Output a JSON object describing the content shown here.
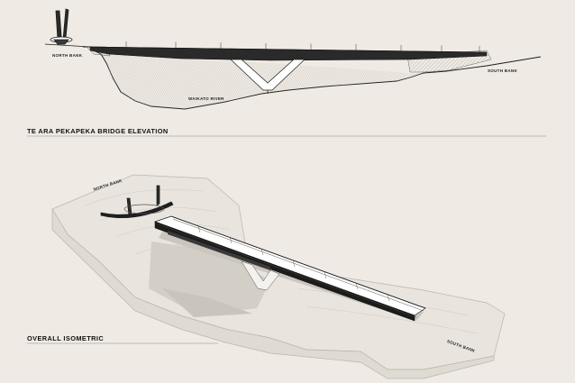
{
  "elevation": {
    "title": "TE ARA PEKAPEKA BRIDGE ELEVATION",
    "north_bank_label": "NORTH BANK",
    "south_bank_label": "SOUTH BANK",
    "river_label": "WAIKATO RIVER"
  },
  "isometric": {
    "title": "OVERALL ISOMETRIC",
    "north_bank_label": "NORTH BANK",
    "south_bank_label": "SOUTH BANK"
  },
  "colors": {
    "background": "#efebe4",
    "deck": "#262626",
    "line": "#1c1c1c",
    "terrain_fill": "#e6e2da",
    "shadow": "#d2cec6"
  }
}
